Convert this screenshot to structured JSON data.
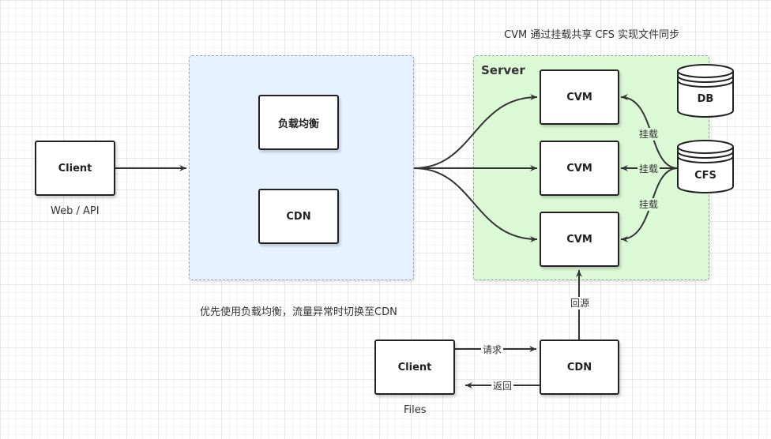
{
  "caption": "CVM 通过挂载共享 CFS 实现文件同步",
  "lb_group": {
    "load_balancer": "负载均衡",
    "cdn": "CDN",
    "note": "优先使用负载均衡，流量异常时切换至CDN",
    "fill": "#e6f2ff"
  },
  "web_client": {
    "label": "Client",
    "caption": "Web / API"
  },
  "server_group": {
    "title": "Server",
    "fill": "#dcf9d6",
    "cvm_nodes": [
      "CVM",
      "CVM",
      "CVM"
    ],
    "db": "DB",
    "cfs": "CFS",
    "mount_labels": [
      "挂载",
      "挂载",
      "挂载"
    ]
  },
  "files_section": {
    "client": "Client",
    "client_caption": "Files",
    "cdn": "CDN",
    "request_label": "请求",
    "return_label": "返回",
    "origin_label": "回源"
  },
  "colors": {
    "stroke": "#333333"
  }
}
